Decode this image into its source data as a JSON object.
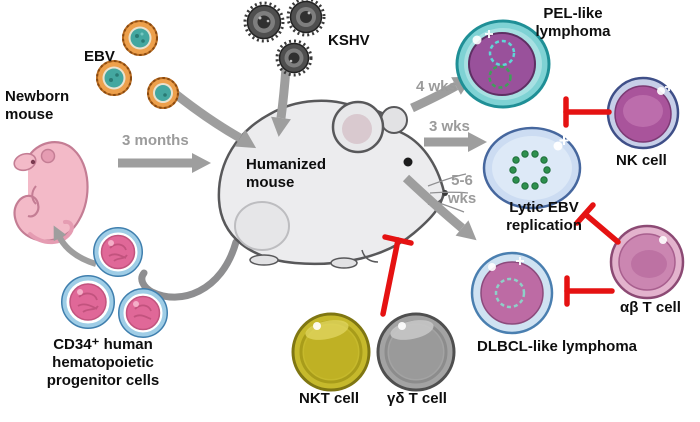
{
  "labels": {
    "ebv": "EBV",
    "kshv": "KSHV",
    "newborn_mouse": [
      "Newborn",
      "mouse"
    ],
    "three_months": "3 months",
    "humanized_mouse": [
      "Humanized",
      "mouse"
    ],
    "four_wks": "4 wks",
    "three_wks": "3 wks",
    "five_six_wks": [
      "5-6",
      "wks"
    ],
    "pel_lymphoma": [
      "PEL-like",
      "lymphoma"
    ],
    "nk_cell": "NK cell",
    "lytic_ebv": [
      "Lytic EBV",
      "replication"
    ],
    "ab_t_cell": "αβ T cell",
    "dlbcl_lymphoma": "DLBCL-like lymphoma",
    "cd34": [
      "CD34⁺ human",
      "hematopoietic",
      "progenitor cells"
    ],
    "nkt_cell": "NKT cell",
    "gd_t_cell": "γδ T cell"
  },
  "colors": {
    "arrow_gray": "#9e9e9e",
    "inhibition_red": "#e51212",
    "ebv_orange": "#eda04c",
    "kshv_dark_gray": "#4f4f4f",
    "pel_outer_teal": "#7fd2d4",
    "pel_nucleus_purple": "#99519b",
    "nk_purple": "#a9549b",
    "lytic_blue": "#ccdcf2",
    "ab_pink": "#cb86b1",
    "dlbcl_pink": "#bd6ba4",
    "nkt_yellow": "#c6b92c",
    "gd_gray": "#a3a3a3",
    "cd34_pink": "#e06898",
    "newborn_pink": "#f3bac8",
    "mouse_body_gray": "#ececee"
  }
}
